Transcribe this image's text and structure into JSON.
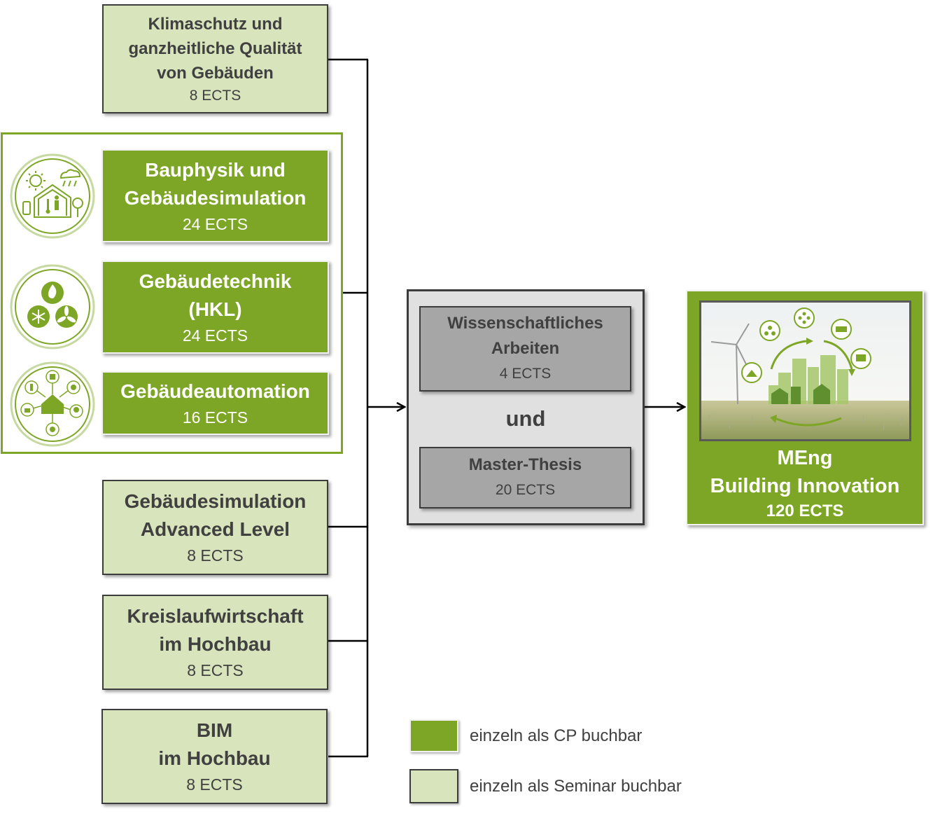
{
  "colors": {
    "cp_green": "#7ea626",
    "seminar_green": "#d8e4bc",
    "gray_box": "#a6a6a6",
    "gray_container": "#e0e0e0",
    "text_dark": "#404040"
  },
  "modules": {
    "klimaschutz": {
      "line1": "Klimaschutz und",
      "line2": "ganzheitliche Qualität",
      "line3": "von Gebäuden",
      "ects": "8 ECTS"
    },
    "bauphysik": {
      "line1": "Bauphysik und",
      "line2": "Gebäudesimulation",
      "ects": "24 ECTS",
      "icon": "building-climate-icon"
    },
    "gebaeudetechnik": {
      "line1": "Gebäudetechnik",
      "line2": "(HKL)",
      "ects": "24 ECTS",
      "icon": "hvac-icon"
    },
    "gebaeudeautomation": {
      "line1": "Gebäudeautomation",
      "ects": "16 ECTS",
      "icon": "smart-home-icon"
    },
    "simulation_advanced": {
      "line1": "Gebäudesimulation",
      "line2": "Advanced Level",
      "ects": "8 ECTS"
    },
    "kreislauf": {
      "line1": "Kreislaufwirtschaft",
      "line2": "im Hochbau",
      "ects": "8 ECTS"
    },
    "bim": {
      "line1": "BIM",
      "line2": "im Hochbau",
      "ects": "8 ECTS"
    }
  },
  "center": {
    "wissenschaftlich": {
      "line1": "Wissenschaftliches",
      "line2": "Arbeiten",
      "ects": "4 ECTS"
    },
    "connector": "und",
    "thesis": {
      "line1": "Master-Thesis",
      "ects": "20 ECTS"
    }
  },
  "result": {
    "line1": "MEng",
    "line2": "Building Innovation",
    "ects": "120 ECTS",
    "image": "sustainable-city-illustration"
  },
  "legend": [
    {
      "label": "einzeln als CP buchbar",
      "color": "#7ea626"
    },
    {
      "label": "einzeln als Seminar buchbar",
      "color": "#d8e4bc"
    }
  ]
}
